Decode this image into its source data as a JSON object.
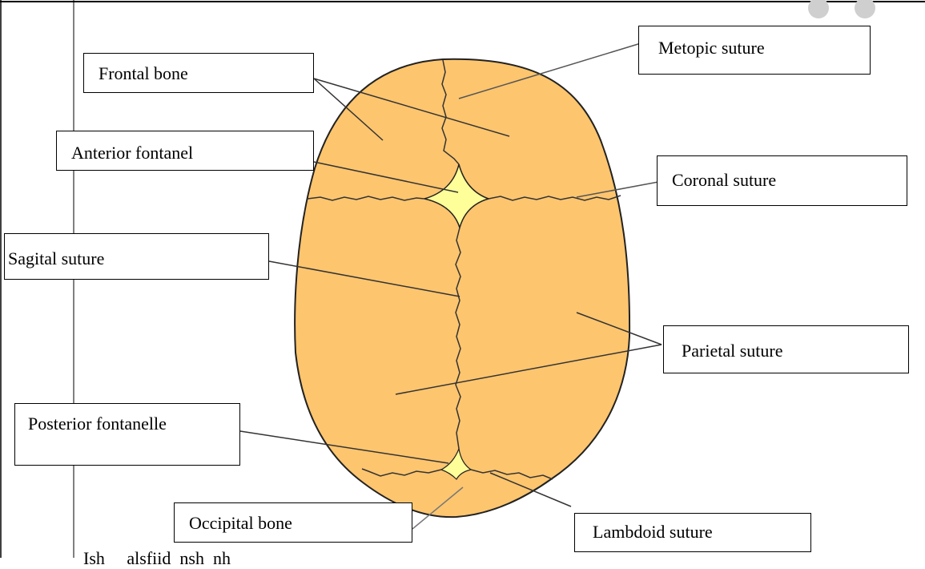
{
  "diagram": {
    "labels": {
      "frontal_bone": "Frontal bone",
      "metopic_suture": "Metopic suture",
      "anterior_fontanel": "Anterior fontanel",
      "coronal_suture": "Coronal suture",
      "sagital_suture": "Sagital suture",
      "parietal_suture": "Parietal suture",
      "posterior_fontanelle": "Posterior fontanelle",
      "lambdoid_suture": "Lambdoid suture",
      "occipital_bone": "Occipital bone"
    },
    "bottom_text": "Ish     alsfiid  nsh  nh",
    "colors": {
      "bone": "#FDC56E",
      "fontanel": "#FFFF99",
      "outline": "#222222",
      "leader": "#333333"
    }
  }
}
